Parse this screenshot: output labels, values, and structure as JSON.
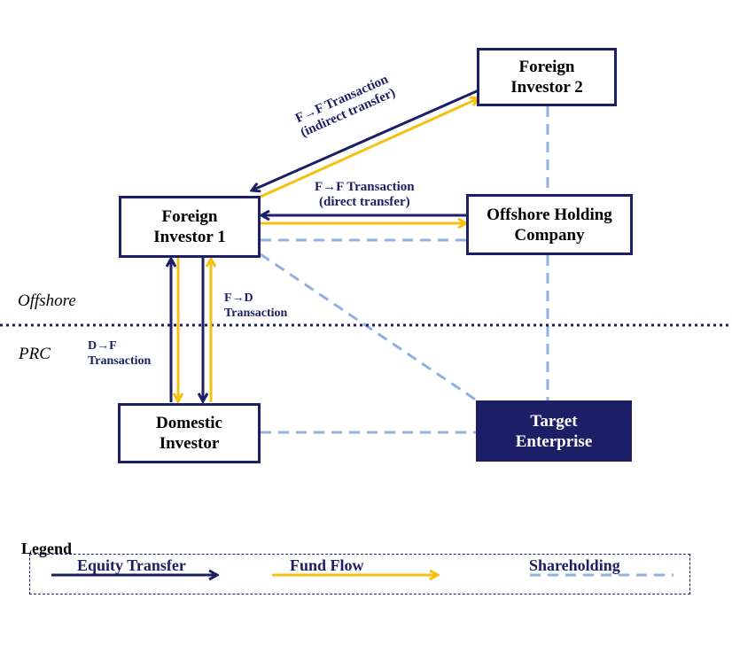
{
  "colors": {
    "equity_transfer": "#1c1f66",
    "fund_flow": "#f5c010",
    "shareholding": "#8fb0e0",
    "target_fill": "#1c1f66"
  },
  "entities": {
    "foreign_investor_1": "Foreign\nInvestor 1",
    "foreign_investor_2": "Foreign\nInvestor 2",
    "offshore_holding_company": "Offshore Holding\nCompany",
    "domestic_investor": "Domestic\nInvestor",
    "target_enterprise": "Target\nEnterprise"
  },
  "regions": {
    "offshore": "Offshore",
    "prc": "PRC"
  },
  "transactions": {
    "ff_indirect_line1": "F→F Transaction",
    "ff_indirect_line2": "(indirect transfer)",
    "ff_direct_line1": "F→F Transaction",
    "ff_direct_line2": "(direct transfer)",
    "fd_line1": "F→D",
    "fd_line2": "Transaction",
    "df_line1": "D→F",
    "df_line2": "Transaction"
  },
  "legend": {
    "title": "Legend",
    "items": [
      {
        "label": "Equity Transfer",
        "type": "solid-arrow",
        "color": "#1c1f66"
      },
      {
        "label": "Fund Flow",
        "type": "solid-arrow",
        "color": "#f5c010"
      },
      {
        "label": "Shareholding",
        "type": "dashed-line",
        "color": "#8fb0e0"
      }
    ]
  }
}
